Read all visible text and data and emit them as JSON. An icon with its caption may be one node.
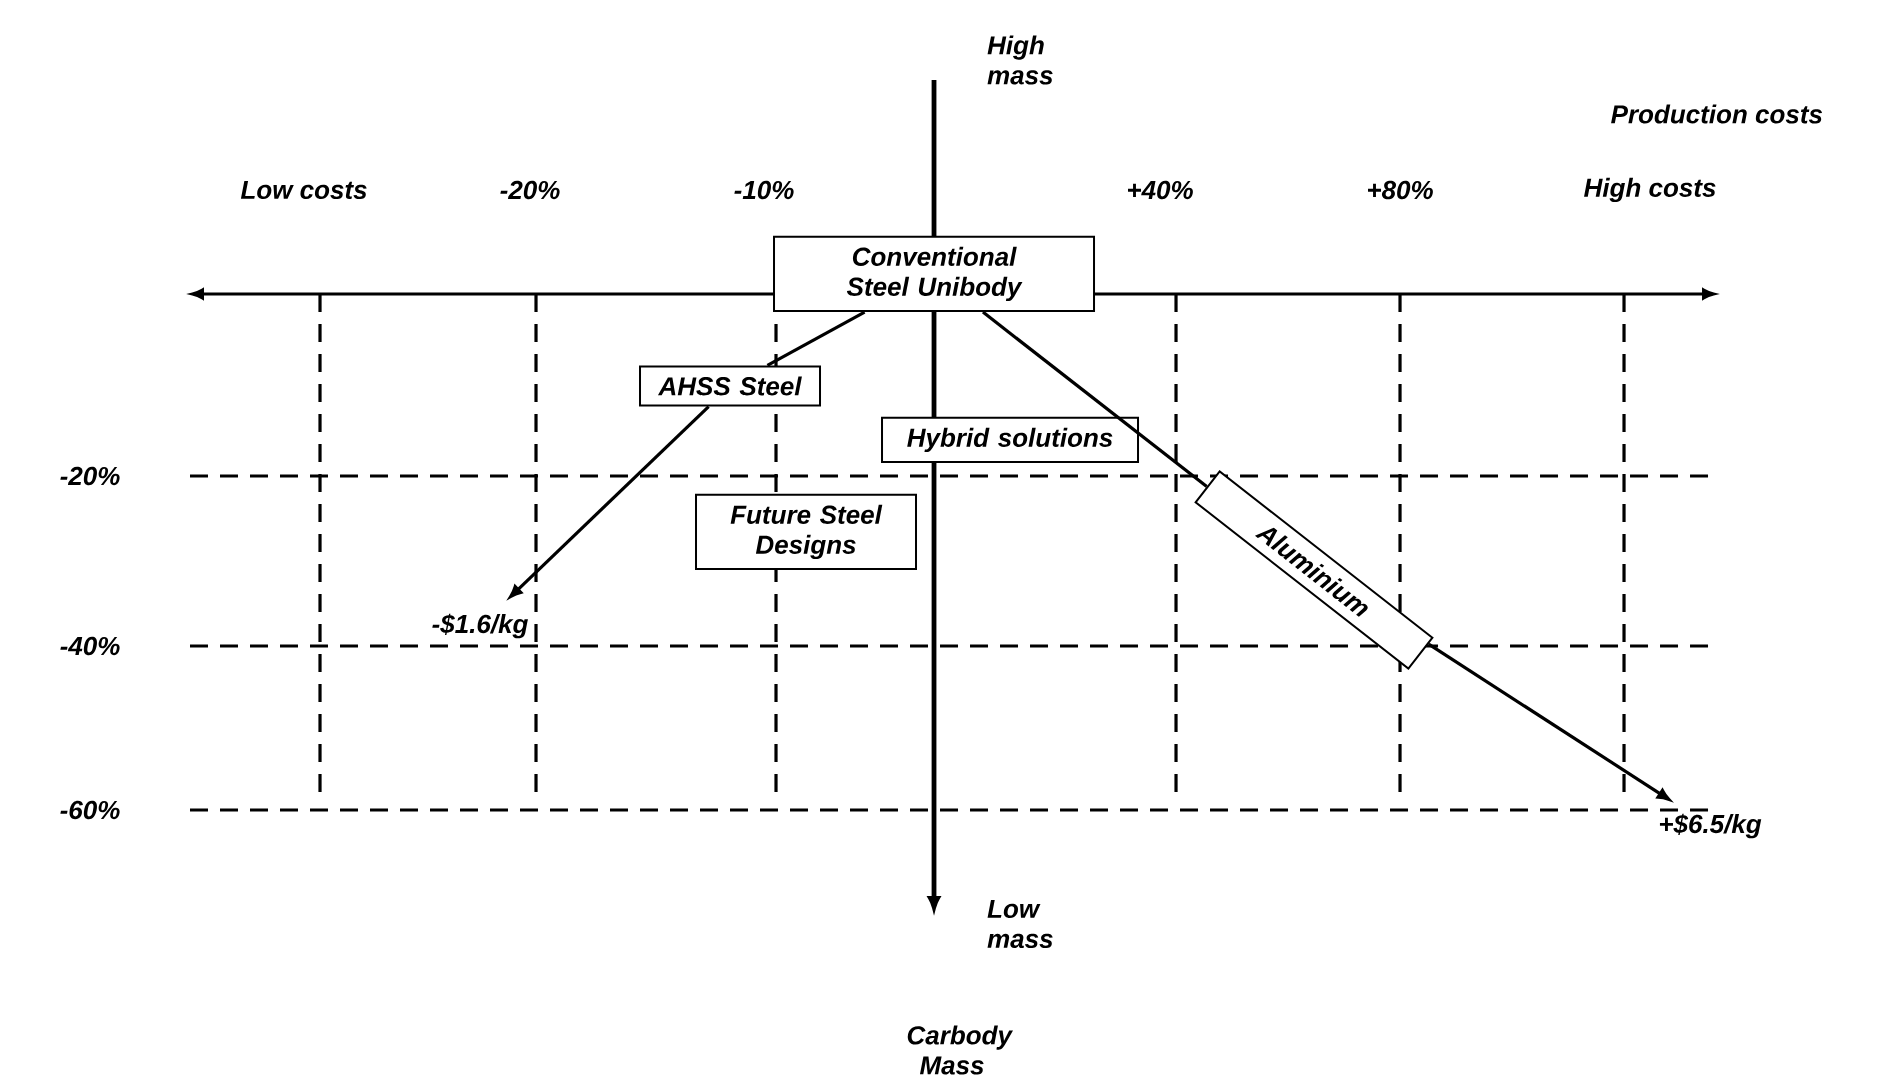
{
  "diagram": {
    "nodes": [
      {
        "text": [
          "Conventional Steel Unibody"
        ]
      },
      {
        "text": [
          "AHSS Steel"
        ]
      },
      {
        "text": [
          "Hybrid solutions"
        ]
      },
      {
        "text": [
          "Future Steel Designs"
        ]
      },
      {
        "text": [
          "Aluminium"
        ]
      },
      {
        "text": [
          "-$1.6/kg"
        ]
      },
      {
        "text": [
          "+$6.5/kg"
        ]
      }
    ],
    "edges": [
      {
        "from": 0,
        "to": 1,
        "arrow": "none"
      },
      {
        "from": 1,
        "to": 5,
        "arrow": "to"
      },
      {
        "from": 0,
        "to": 4,
        "arrow": "none"
      },
      {
        "from": 4,
        "to": 6,
        "arrow": "to"
      }
    ],
    "labels": [
      "High mass",
      "Production costs",
      "Low costs",
      "-20%",
      "-10%",
      "+40%",
      "+80%",
      "High costs",
      "-20%",
      "-40%",
      "-60%",
      "Low mass",
      "Carbody Mass"
    ]
  }
}
